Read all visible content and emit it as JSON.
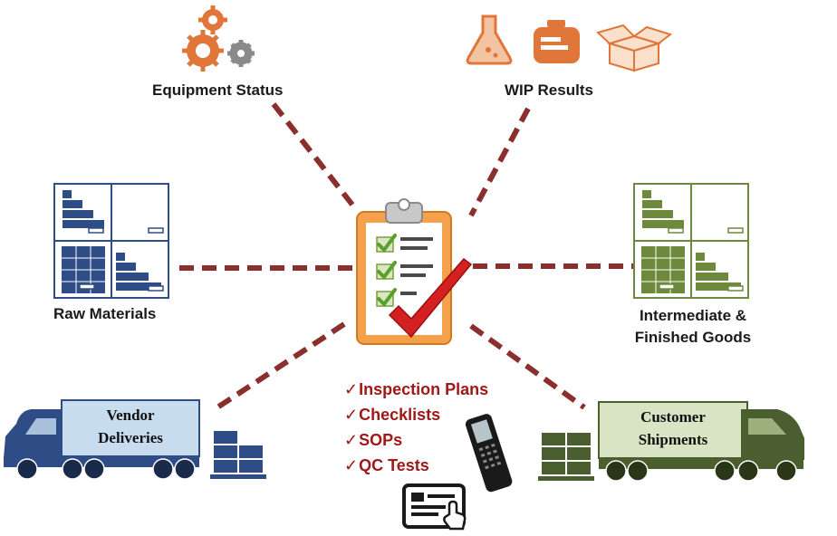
{
  "labels": {
    "equipment_status": "Equipment Status",
    "wip_results": "WIP Results",
    "raw_materials": "Raw Materials",
    "intermediate_line1": "Intermediate &",
    "intermediate_line2": "Finished Goods"
  },
  "trucks": {
    "vendor_line1": "Vendor",
    "vendor_line2": "Deliveries",
    "customer_line1": "Customer",
    "customer_line2": "Shipments"
  },
  "plans": {
    "check_glyph": "✓",
    "items": [
      "Inspection Plans",
      "Checklists",
      "SOPs",
      "QC Tests"
    ]
  },
  "colors": {
    "dashed_line": "#8b2e2e",
    "orange_icons": "#e0763a",
    "blue_storage": "#2e4d86",
    "green_storage": "#6d8a3c",
    "plans_text": "#a01818",
    "clipboard": "#f5a04a",
    "checkmark": "#d42020"
  },
  "icons": [
    "gears-icon",
    "flask-icon",
    "weight-icon",
    "open-box-icon",
    "clipboard-checklist-icon",
    "barcode-scanner-icon",
    "tablet-touch-icon",
    "blue-truck-icon",
    "green-truck-icon",
    "pallet-icon"
  ]
}
